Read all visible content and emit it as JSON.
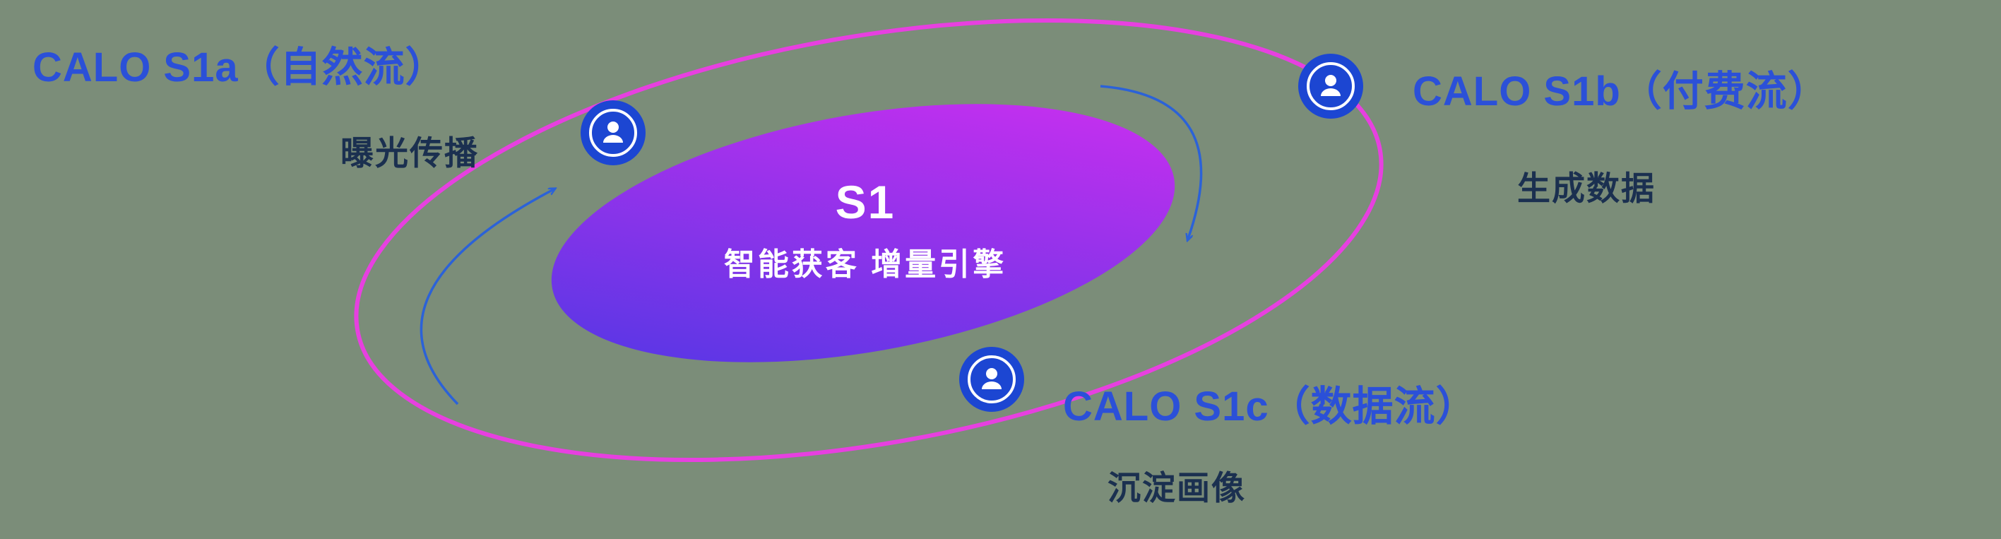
{
  "center": {
    "title": "S1",
    "subtitle": "智能获客  增量引擎"
  },
  "nodes": [
    {
      "id": "s1a",
      "label": "CALO S1a（自然流）",
      "sublabel": "曝光传播",
      "icon": "person-icon"
    },
    {
      "id": "s1b",
      "label": "CALO S1b（付费流）",
      "sublabel": "生成数据",
      "icon": "person-icon"
    },
    {
      "id": "s1c",
      "label": "CALO S1c（数据流）",
      "sublabel": "沉淀画像",
      "icon": "person-icon"
    }
  ],
  "colors": {
    "bg": "#7b8d79",
    "label_blue": "#2b50d8",
    "sublabel_dark": "#1b3050",
    "orbit_pink": "#e740e0",
    "node_blue": "#1c46d2",
    "grad_start": "#4a38e4",
    "grad_end": "#d52ef0",
    "arrow_blue": "#2b62d8"
  }
}
